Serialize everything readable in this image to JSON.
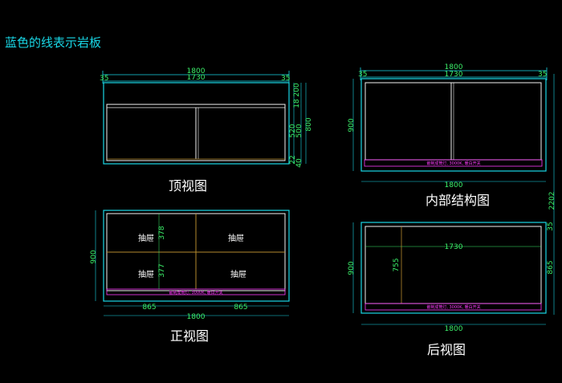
{
  "header": {
    "note": "蓝色的线表示岩板"
  },
  "views": {
    "top": {
      "caption": "顶视图",
      "dims": {
        "overall": "1800",
        "inner": "1730",
        "side_left": "35",
        "side_right": "35",
        "v1": "200",
        "v2": "18",
        "v3": "800",
        "v4": "520",
        "v5": "500",
        "v6": "22",
        "v7": "40"
      }
    },
    "internal": {
      "caption": "内部结构图",
      "dims": {
        "overall": "1800",
        "inner": "1730",
        "side_left": "35",
        "side_right": "35",
        "height": "900",
        "bottom": "1800",
        "tall": "2202"
      },
      "note": "嵌制成筒灯, 3000K, 暖白开关"
    },
    "front": {
      "caption": "正视图",
      "drawers": [
        "抽屉",
        "抽屉",
        "抽屉",
        "抽屉"
      ],
      "dims": {
        "height": "900",
        "d1": "378",
        "d2": "377",
        "w_left": "865",
        "w_right": "865",
        "overall": "1800"
      },
      "note": "嵌制成筒灯, 3000K, 暖白开关"
    },
    "back": {
      "caption": "后视图",
      "dims": {
        "inner": "1730",
        "height": "900",
        "inner_h": "755",
        "side": "35",
        "right_h": "865",
        "overall": "1800"
      },
      "note": "嵌制成筒灯, 3000K, 暖白开关"
    }
  },
  "colors": {
    "slab": "#19d7e6",
    "cabinet": "#f2f2f2",
    "dim": "#3bf06a",
    "light": "#ff3cff",
    "grid": "#b58a2e"
  }
}
